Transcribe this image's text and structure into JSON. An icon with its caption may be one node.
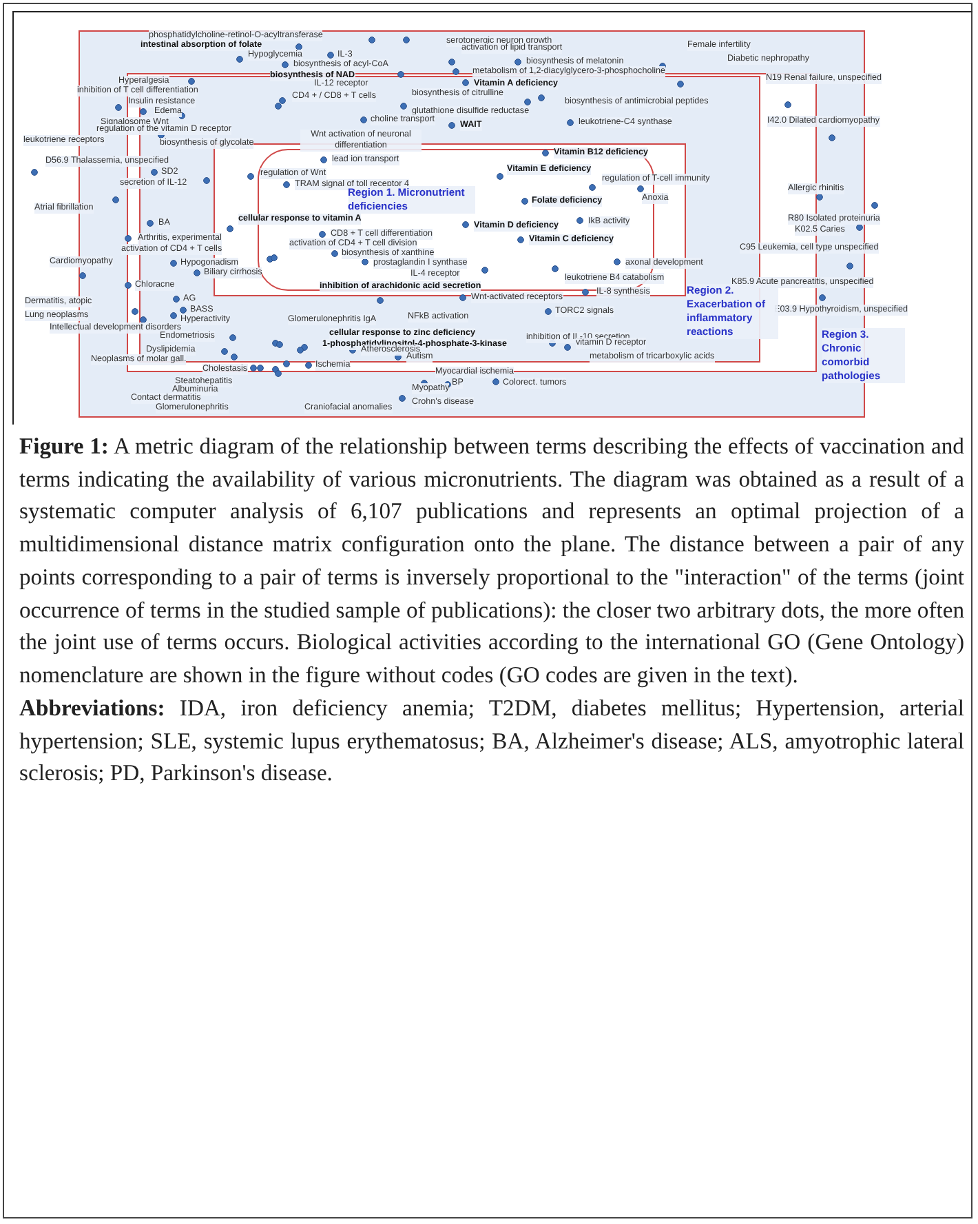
{
  "diagram": {
    "caption": "**Figure 1:** A metric diagram of the relationship between terms describing the effects of vaccination and terms indicating the availability of various micronutrients. The diagram was obtained as a result of a systematic computer analysis of 6,107 publications and represents an optimal projection of a multidimensional distance matrix configuration onto the plane. The distance between a pair of any points corresponding to a pair of terms is inversely proportional to the \"interaction\" of the terms (joint occurrence of terms in the studied sample of publications): the closer two arbitrary dots, the more often the joint use of terms occurs. Biological activities according to the international GO (Gene Ontology) nomenclature are shown in the figure without codes (GO codes are given in the text).",
    "nodes": [
      {
        "text": [
          "Region 3. Chronic comorbid pathologies"
        ]
      },
      {
        "text": [],
        "shape": "box",
        "in": 0
      },
      {
        "text": [
          "Region 2. Exacerbation of inflammatory reactions"
        ],
        "in": 1
      },
      {
        "text": [],
        "shape": "box",
        "in": 2
      },
      {
        "text": [
          "Region 1. Micronutrient deficiencies"
        ],
        "in": 3
      }
    ],
    "labels": [
      "phosphatidylcholine-retinol-O-acyltransferase",
      "serotonergic neuron growth",
      "Female infertility",
      "intestinal absorption of folate",
      "activation of lipid transport",
      "IL-3",
      "Hypoglycemia",
      "Diabetic nephropathy",
      "biosynthesis of melatonin",
      "biosynthesis of acyl-CoA",
      "metabolism of 1,2-diacylglycero-3-phosphocholine",
      "biosynthesis of NAD",
      "N19 Renal failure, unspecified",
      "Hyperalgesia",
      "IL-12 receptor",
      "Vitamin A deficiency",
      "inhibition of T cell differentiation",
      "biosynthesis of citrulline",
      "CD4 + / CD8 + T cells",
      "Insulin resistance",
      "biosynthesis of antimicrobial peptides",
      "Edema",
      "glutathione disulfide reductase",
      "choline transport",
      "Signalosome Wnt",
      "leukotriene-C4 synthase",
      "I42.0 Dilated cardiomyopathy",
      "WAIT",
      "regulation of the vitamin D receptor",
      "Wnt activation of neuronal differentiation",
      "leukotriene receptors",
      "biosynthesis of glycolate",
      "Vitamin B12 deficiency",
      "lead ion transport",
      "D56.9 Thalassemia, unspecified",
      "Vitamin E deficiency",
      "SD2",
      "regulation of Wnt",
      "regulation of T-cell immunity",
      "secretion of IL-12",
      "TRAM signal of toll receptor 4",
      "Allergic rhinitis",
      "Anoxia",
      "Folate deficiency",
      "Atrial fibrillation",
      "cellular response to vitamin A",
      "R80 Isolated proteinuria",
      "IkB activity",
      "BA",
      "Vitamin D deficiency",
      "K02.5 Caries",
      "CD8 + T cell differentiation",
      "Arthritis, experimental",
      "Vitamin C deficiency",
      "activation of CD4 + T cell division",
      "C95 Leukemia, cell type unspecified",
      "activation of CD4 + T cells",
      "biosynthesis of xanthine",
      "Cardiomyopathy",
      "Hypogonadism",
      "prostaglandin I synthase",
      "axonal development",
      "Biliary cirrhosis",
      "IL-4 receptor",
      "leukotriene B4 catabolism",
      "K85.9 Acute pancreatitis, unspecified",
      "Chloracne",
      "inhibition of arachidonic acid secretion",
      "IL-8 synthesis",
      "Wnt-activated receptors",
      "AG",
      "Dermatitis, atopic",
      "BASS",
      "E03.9 Hypothyroidism, unspecified",
      "TORC2 signals",
      "Lung neoplasms",
      "NFkB activation",
      "Hyperactivity",
      "Glomerulonephritis IgA",
      "Intellectual development disorders",
      "cellular response to zinc deficiency",
      "Endometriosis",
      "inhibition of IL-10 secretion",
      "1-phosphatidylinositol-4-phosphate-3-kinase",
      "vitamin D receptor",
      "Dyslipidemia",
      "Atherosclerosis",
      "Autism",
      "metabolism of tricarboxylic acids",
      "Neoplasms of molar gall.",
      "Ischemia",
      "Cholestasis",
      "Myocardial ischemia",
      "Steatohepatitis",
      "BP",
      "Colorect. tumors",
      "Myopathy",
      "Albuminuria",
      "Contact dermatitis",
      "Crohn's disease",
      "Glomerulonephritis",
      "Craniofacial anomalies",
      "**Abbreviations:** IDA, iron deficiency anemia; T2DM, diabetes mellitus; Hypertension, arterial hypertension; SLE, systemic lupus erythematosus; BA, Alzheimer's disease; ALS, amyotrophic lateral sclerosis; PD, Parkinson's disease."
    ]
  }
}
